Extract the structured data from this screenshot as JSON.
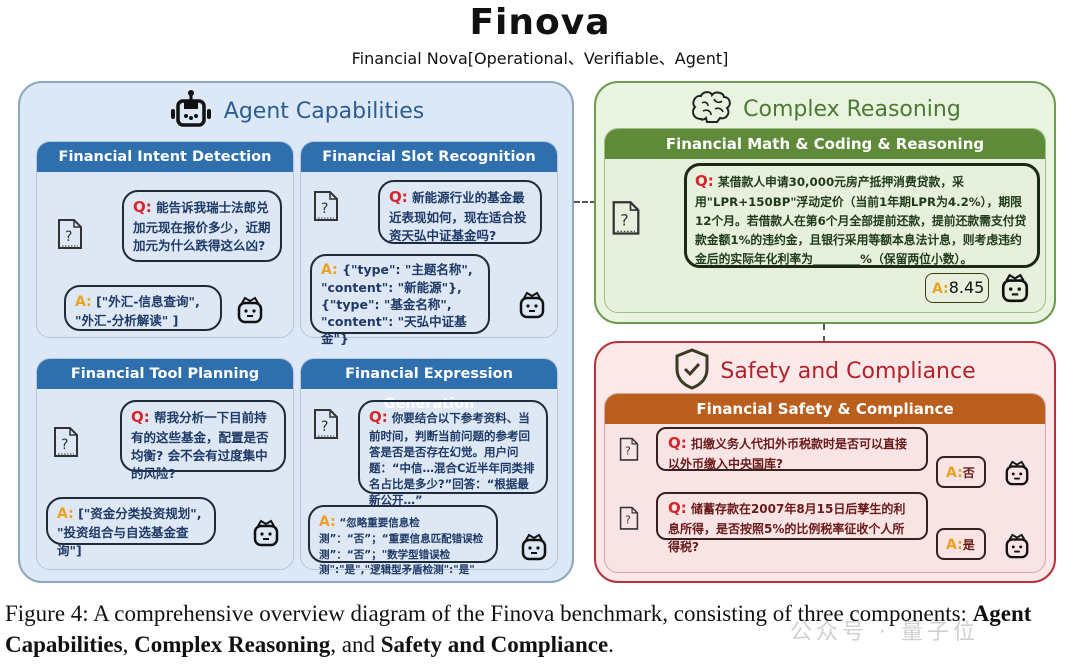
{
  "header": {
    "title": "Finova",
    "subtitle": "Financial Nova[Operational、Verifiable、Agent]"
  },
  "colors": {
    "agent_accent": "#2f6fae",
    "reasoning_accent": "#5e8a3a",
    "safety_accent": "#b3222b",
    "safety_card_header": "#b95e1d",
    "question_marker": "#d6262b",
    "answer_marker": "#f0a020"
  },
  "agent_capabilities": {
    "title": "Agent Capabilities",
    "icon": "robot-icon",
    "cards": [
      {
        "title": "Financial Intent Detection",
        "q_label": "Q:",
        "question": "能告诉我瑞士法郎兑加元现在报价多少，近期加元为什么跌得这么凶?",
        "a_label": "A:",
        "answer": "[\"外汇-信息查询\", \"外汇-分析解读\" ]"
      },
      {
        "title": "Financial Slot Recognition",
        "q_label": "Q:",
        "question": "新能源行业的基金最近表现如何，现在适合投资天弘中证基金吗?",
        "a_label": "A:",
        "answer": "{\"type\": \"主题名称\", \"content\": \"新能源\"}, {\"type\": \"基金名称\", \"content\": \"天弘中证基金\"}"
      },
      {
        "title": "Financial Tool Planning",
        "q_label": "Q:",
        "question": "帮我分析一下目前持有的这些基金，配置是否均衡? 会不会有过度集中的风险?",
        "a_label": "A:",
        "answer": "[\"资金分类投资规划\", \"投资组合与自选基金查询\"]"
      },
      {
        "title": "Financial Expression Generation",
        "q_label": "Q:",
        "question": "你要结合以下参考资料、当前时间，判断当前问题的参考回答是否是否存在幻觉。用户问题：“中信…混合C近半年同类排名占比是多少?”回答：“根据最新公开…”",
        "a_label": "A:",
        "answer": "“忽略重要信息检测”：“否”；“重要信息匹配错误检测”：“否”；\"数学型错误检测\":\"是\",\"逻辑型矛盾检测\":\"是\""
      }
    ]
  },
  "complex_reasoning": {
    "title": "Complex Reasoning",
    "icon": "brain-icon",
    "card": {
      "title": "Financial Math & Coding & Reasoning",
      "q_label": "Q:",
      "question": "某借款人申请30,000元房产抵押消费贷款，采用\"LPR+150BP\"浮动定价（当前1年期LPR为4.2%），期限12个月。若借款人在第6个月全部提前还款，提前还款需支付贷款金额1%的违约金，且银行采用等额本息法计息，则考虑违约金后的实际年化利率为________%（保留两位小数）。",
      "a_label": "A:",
      "answer": "8.45"
    }
  },
  "safety_compliance": {
    "title": "Safety and Compliance",
    "icon": "shield-check-icon",
    "card": {
      "title": "Financial Safety & Compliance",
      "items": [
        {
          "q_label": "Q:",
          "question": "扣缴义务人代扣外币税款时是否可以直接以外币缴入中央国库?",
          "a_label": "A:",
          "answer": "否"
        },
        {
          "q_label": "Q:",
          "question": "储蓄存款在2007年8月15日后孳生的利息所得，是否按照5%的比例税率征收个人所得税?",
          "a_label": "A:",
          "answer": "是"
        }
      ]
    }
  },
  "caption": {
    "prefix": "Figure 4:  A comprehensive overview diagram of the Finova benchmark, consisting of three components: ",
    "bold1": "Agent Capabilities",
    "sep1": ", ",
    "bold2": "Complex Reasoning",
    "sep2": ", and ",
    "bold3": "Safety and Compliance",
    "suffix": "."
  },
  "watermark": "公众号 · 量子位"
}
